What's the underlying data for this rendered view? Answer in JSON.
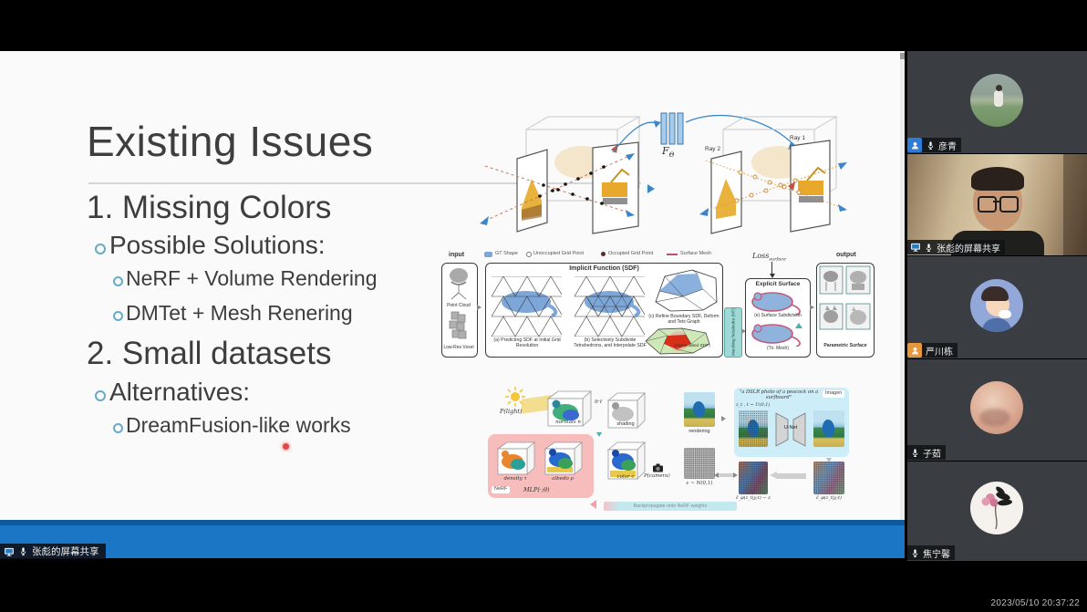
{
  "colors": {
    "accent_blue": "#1c76c6",
    "bar_dark_blue": "#0d5a9b",
    "badge_blue": "#2e7cd6",
    "badge_orange": "#e8953c",
    "laser_red": "#e04848",
    "bullet_teal": "#66aac6"
  },
  "meeting": {
    "screen_share_label": "张彪的屏幕共享",
    "timestamp": "2023/05/10 20:37:22",
    "participants": [
      {
        "name": "彦青"
      },
      {
        "name": "张彪的屏幕共享"
      },
      {
        "name": "严川栋"
      },
      {
        "name": "子茹"
      },
      {
        "name": "焦宁馨"
      }
    ]
  },
  "slide": {
    "title": "Existing Issues",
    "bullets": {
      "item1": "1. Missing Colors",
      "item1_sub": "Possible Solutions:",
      "item1_sub_a": "NeRF + Volume Rendering",
      "item1_sub_b": "DMTet + Mesh Renering",
      "item2": "2. Small datasets",
      "item2_sub": "Alternatives:",
      "item2_sub_a": "DreamFusion-like works"
    }
  },
  "figures": {
    "nerf": {
      "f_main": "F",
      "f_sub": "Θ",
      "ray1": "Ray 1",
      "ray2": "Ray 2"
    },
    "dmtet": {
      "input_label": "input",
      "point_cloud": "Point Cloud",
      "low_res_voxel": "Low-Res Voxel",
      "legend": [
        "GT Shape",
        "Unoccupied Grid Point",
        "Occupied Grid Point",
        "Surface Mesh"
      ],
      "sdf_title": "Implicit Function (SDF)",
      "caption_a": "(a) Predicting SDF at Initial Grid Resolution",
      "caption_b": "(b) Selectively Subdivide Tetrahedrons, and Interpolate SDF",
      "caption_c": "(c) Refine Boundary SDF, Deform and Tets Graph",
      "caption_interpolated": "(Interpolated SDF)",
      "marching_tet": "Marching Tetrahedra (MT)",
      "loss_main": "Loss",
      "loss_sub": "surface",
      "explicit_title": "Explicit Surface",
      "caption_e": "(e) Surface Subdivision",
      "tri_mesh": "(Tri. Mesh)",
      "output_label": "output",
      "parametric_surface": "Parametric Surface"
    },
    "dreamfusion": {
      "p_light": "P(light)",
      "normals": "normals n",
      "n_dot_l": "n·ℓ",
      "shading": "shading",
      "color_c": "color c",
      "p_camera": "P(camera)",
      "rendering": "rendering",
      "noise": "ε ~ N(0,1)",
      "nerf_tag": "NeRF",
      "mlp": "MLP(·;θ)",
      "density": "density τ",
      "albedo": "albedo ρ",
      "prompt": "\"a DSLR photo of a peacock on a surfboard\"",
      "imagen_tag": "Imagen",
      "z_t": "z_t , t ~ U(0,1)",
      "unet": "U-Net",
      "eps_pred_minus": "ε̂_φ(z_t|y;t) − ε",
      "eps_pred": "ε̂_φ(z_t|y;t)",
      "backprop": "Backpropagate onto NeRF weights"
    }
  }
}
